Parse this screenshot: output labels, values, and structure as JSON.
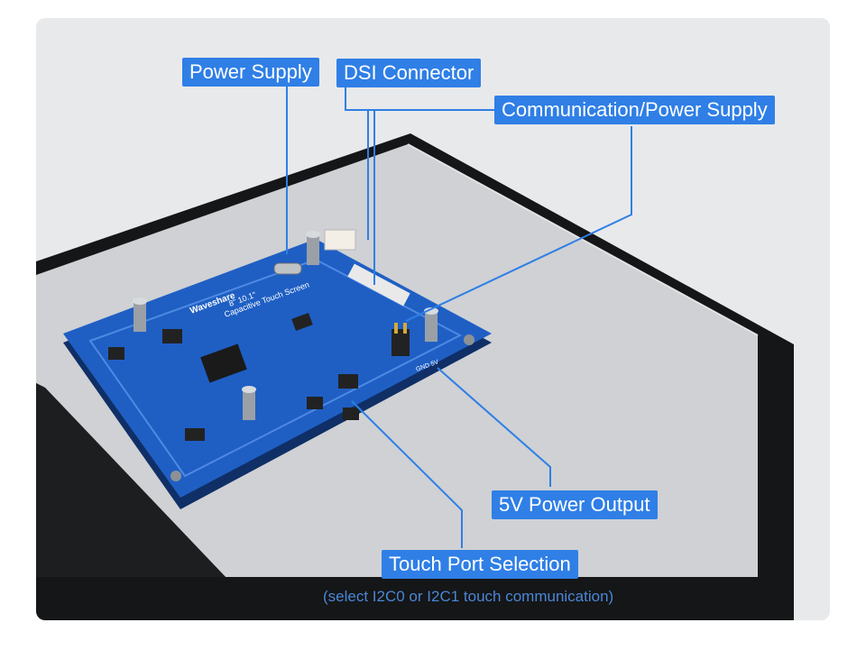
{
  "callouts": {
    "power_supply": "Power Supply",
    "dsi_connector": "DSI Connector",
    "comm_power_supply": "Communication/Power Supply",
    "power_output_5v": "5V Power Output",
    "touch_port_selection": "Touch Port Selection"
  },
  "note": "(select I2C0 or I2C1 touch communication)",
  "board": {
    "logo_text": "Waveshare",
    "silk_size": "8\"  10.1\"",
    "silk_title": "Capacitive Touch Screen",
    "pin_label": "GND 5V"
  },
  "colors": {
    "callout_bg": "#2f7fe6",
    "leader_line": "#2f7fe6",
    "pcb": "#1f5fc4",
    "screen_frame": "#151617",
    "screen_back": "#cfd1d4"
  }
}
